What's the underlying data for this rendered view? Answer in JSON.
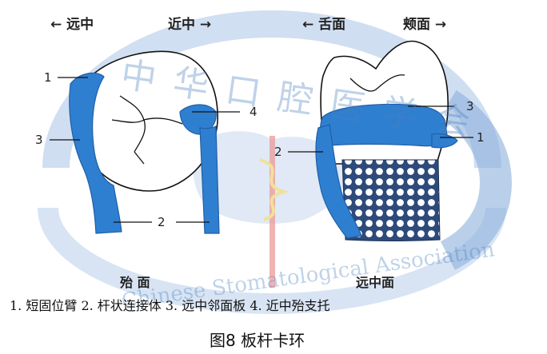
{
  "headers": {
    "left_distal": "← 远中",
    "left_mesial": "近中 →",
    "right_lingual": "← 舌面",
    "right_buccal": "颊面 →"
  },
  "view_labels": {
    "occlusal": "殆 面",
    "mesial": "远中面"
  },
  "numbers": {
    "left_1": "1",
    "left_2": "2",
    "left_3": "3",
    "left_4": "4",
    "right_1": "1",
    "right_2": "2",
    "right_3": "3"
  },
  "legend": "1. 短固位臂   2. 杆状连接体   3. 远中邻面板   4. 近中殆支托",
  "caption": "图8  板杆卡环",
  "watermark": {
    "chinese": "中 华 口 腔 医 学 会",
    "english": "Chinese Stomatological Association"
  },
  "colors": {
    "clasp_blue": "#2f7fd1",
    "clasp_dark": "#1f5fa8",
    "watermark_blue": "#4a7fc0",
    "ink": "#111111"
  }
}
